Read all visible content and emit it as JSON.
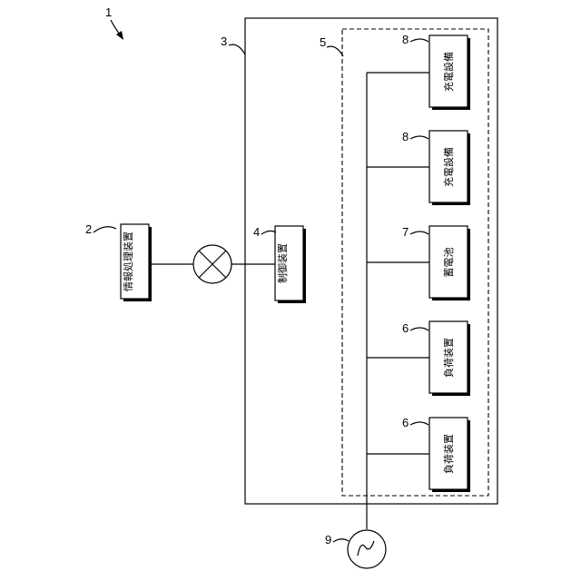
{
  "figure_number": "1",
  "system": {
    "ref": "3"
  },
  "group": {
    "ref": "5"
  },
  "info_device": {
    "ref": "2",
    "label": "情報処理装置"
  },
  "control_device": {
    "ref": "4",
    "label": "制御装置"
  },
  "charger_top": {
    "ref": "8",
    "label": "充電設備"
  },
  "charger_mid": {
    "ref": "8",
    "label": "充電設備"
  },
  "battery": {
    "ref": "7",
    "label": "蓄電池"
  },
  "load_upper": {
    "ref": "6",
    "label": "負荷装置"
  },
  "load_lower": {
    "ref": "6",
    "label": "負荷装置"
  },
  "power_source": {
    "ref": "9"
  }
}
